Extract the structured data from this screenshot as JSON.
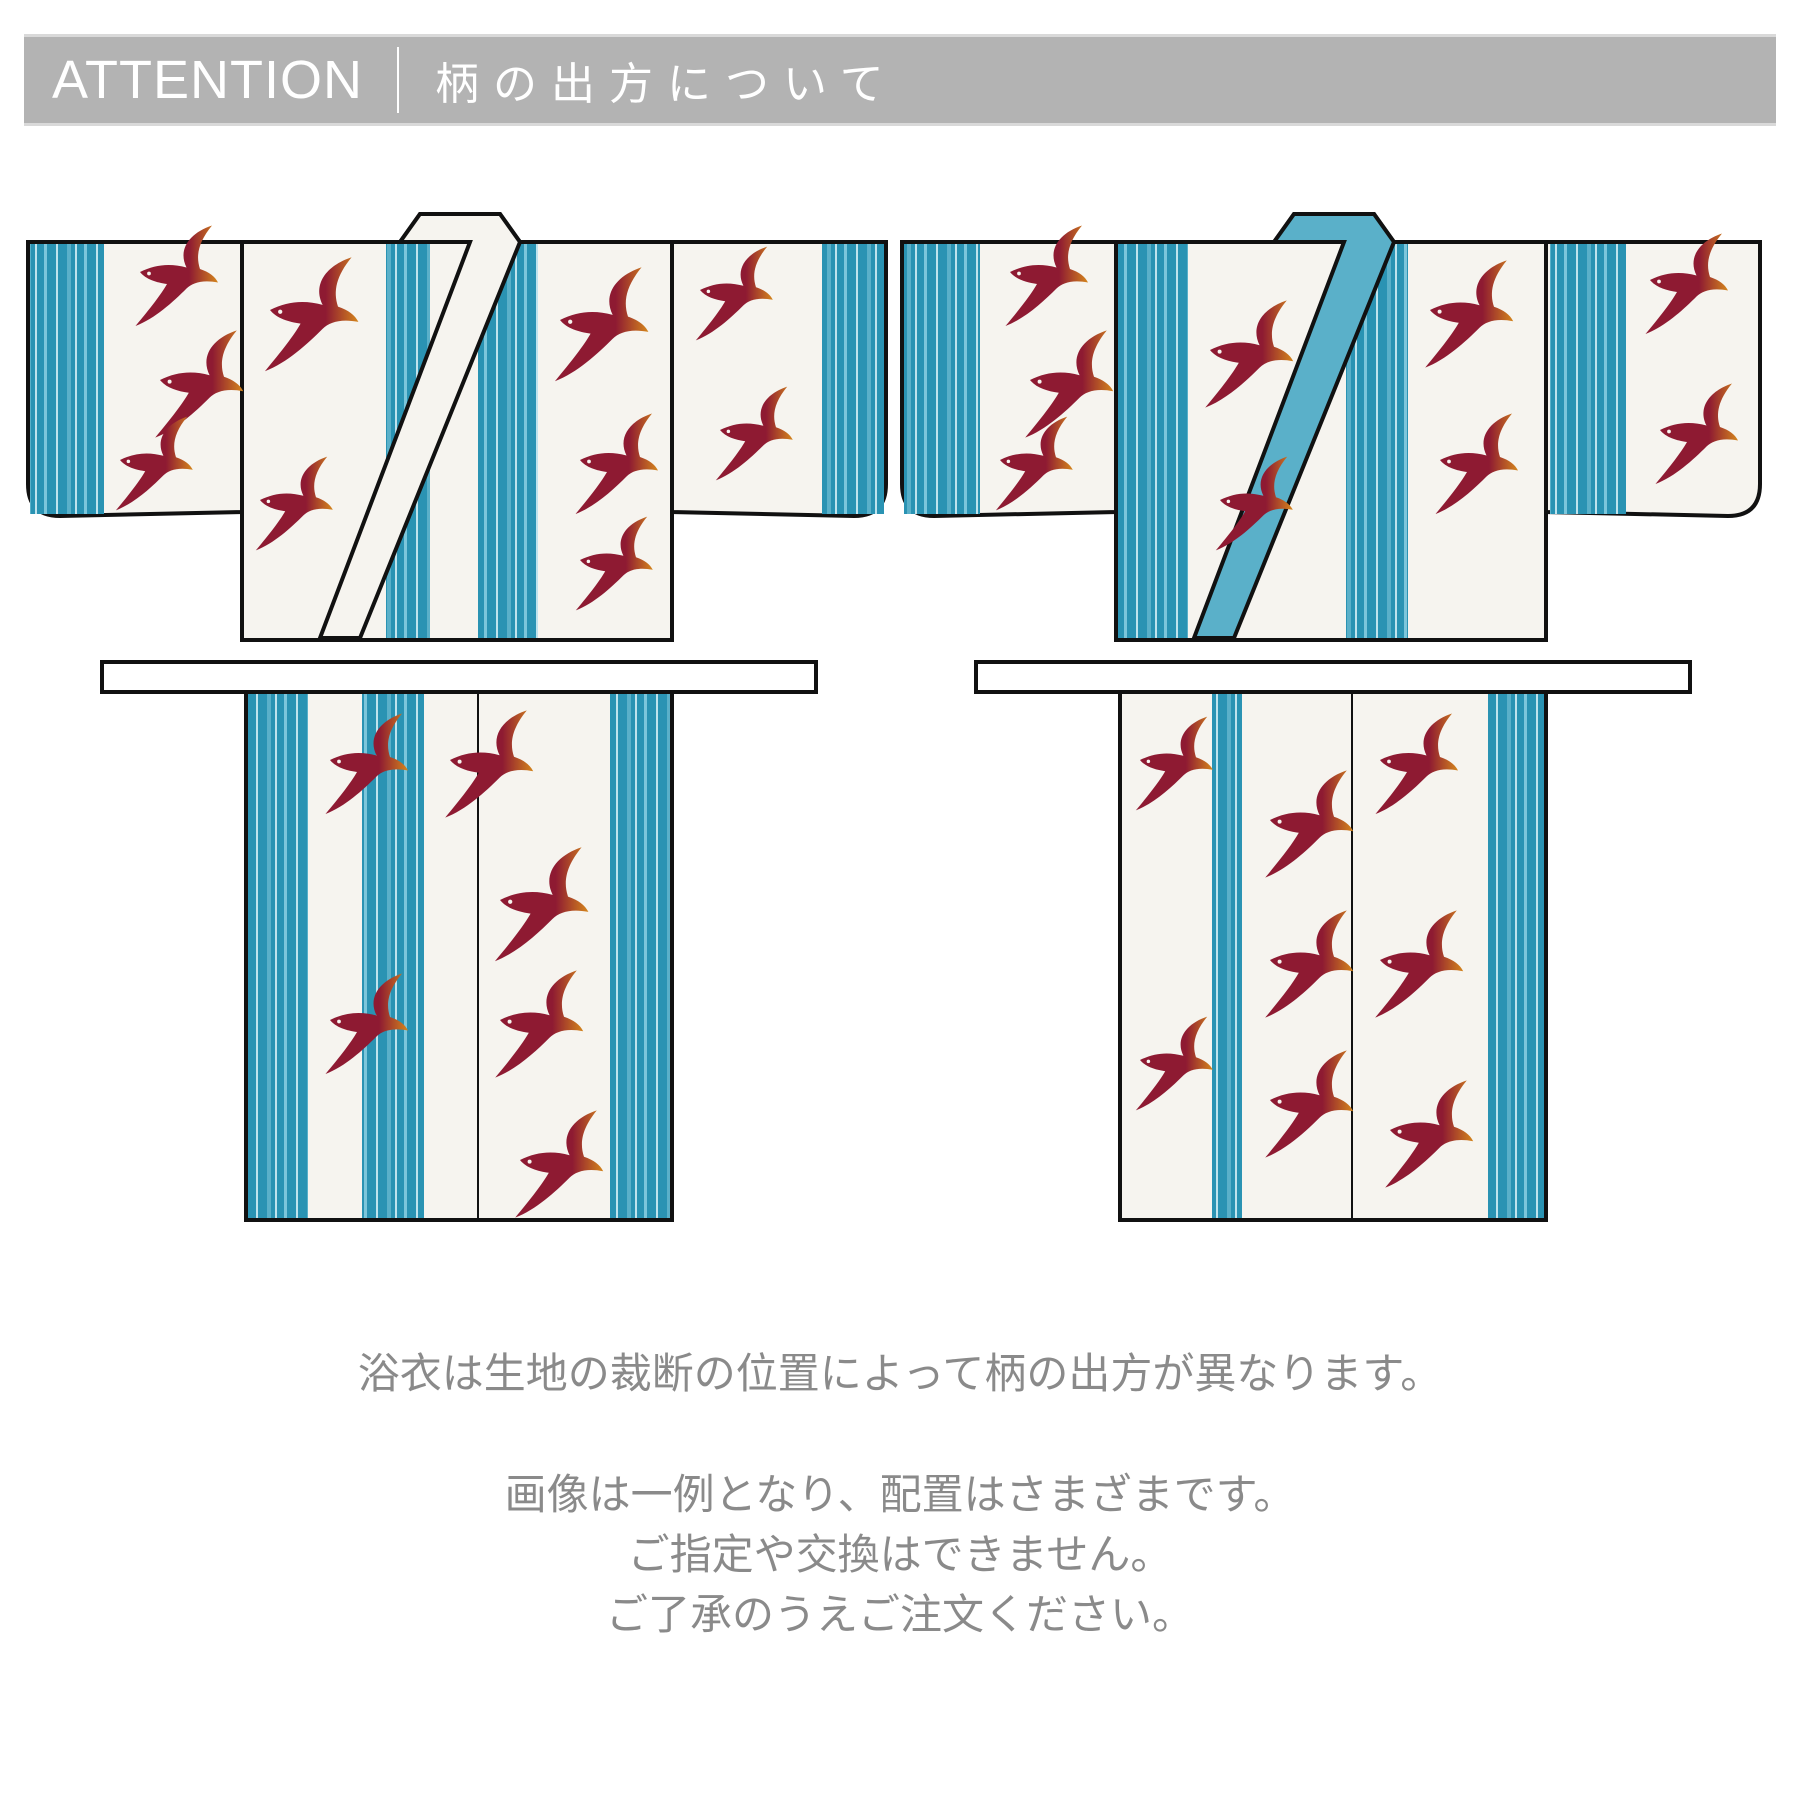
{
  "banner": {
    "label": "ATTENTION",
    "title": "柄の出方について"
  },
  "colors": {
    "banner_bg": "#b3b3b3",
    "fabric": "#f6f4ef",
    "stripe": "#2a93b3",
    "swallow": "#8e1a32",
    "swallow_accent": "#d4851c",
    "outline": "#111111",
    "note_text": "#8a8a8a"
  },
  "illustration": {
    "items": [
      {
        "name": "kimono-example-1",
        "variant": "swallows-centered"
      },
      {
        "name": "kimono-example-2",
        "variant": "stripes-shifted"
      }
    ]
  },
  "notes": {
    "line1": "浴衣は生地の裁断の位置によって柄の出方が異なります。",
    "line2": "画像は一例となり、配置はさまざまです。",
    "line3": "ご指定や交換はできません。",
    "line4": "ご了承のうえご注文ください。"
  }
}
